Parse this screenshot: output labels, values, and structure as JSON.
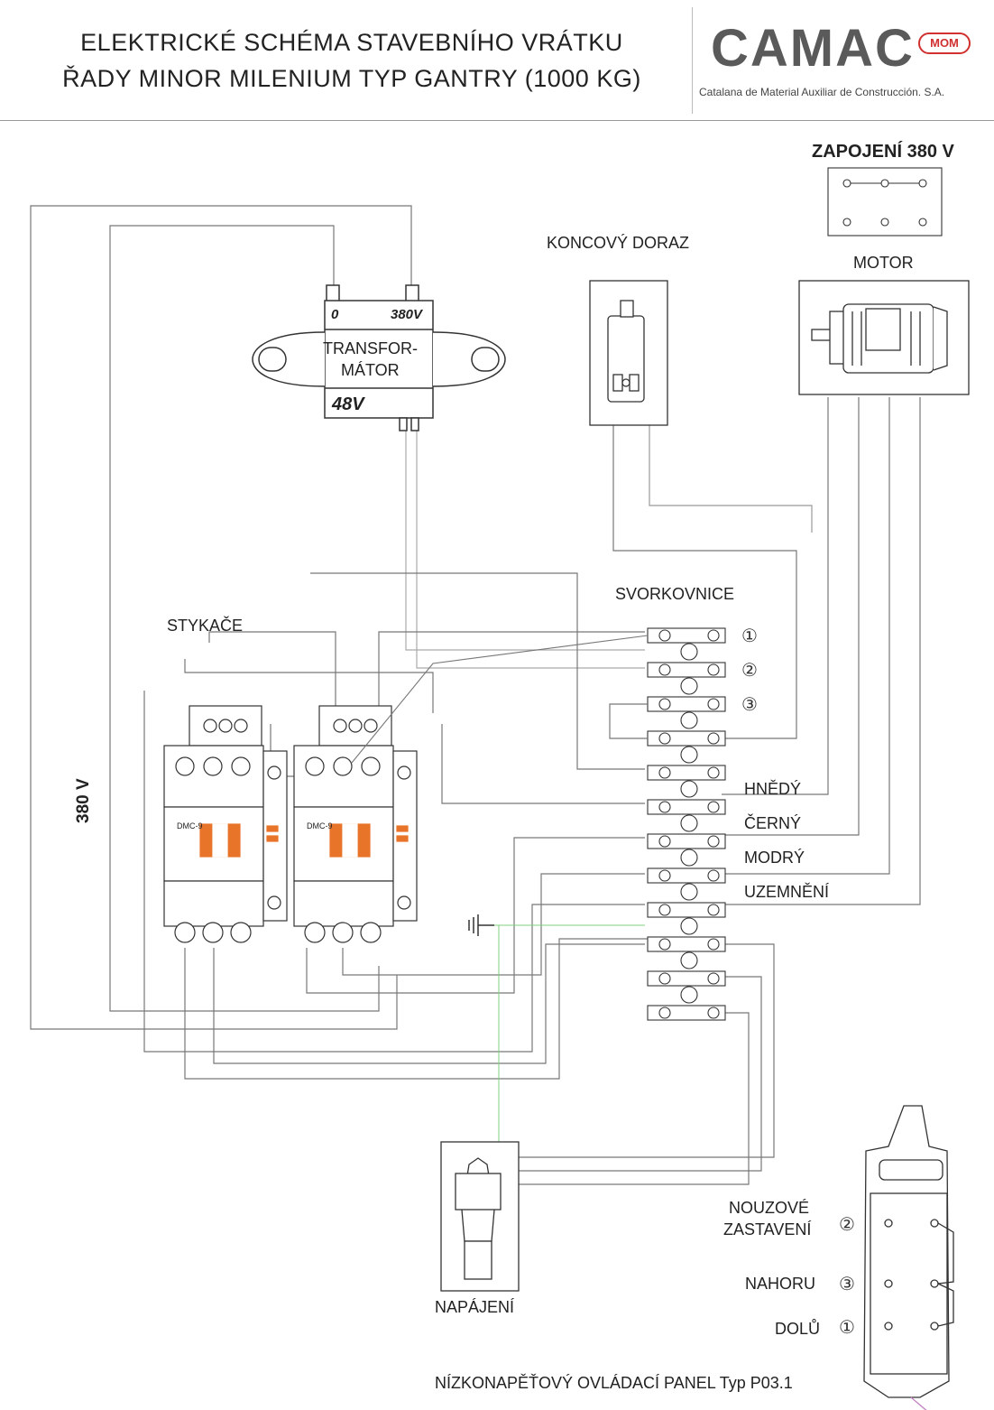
{
  "header": {
    "title_line1": "ELEKTRICKÉ SCHÉMA STAVEBNÍHO VRÁTKU",
    "title_line2": "ŘADY MINOR MILENIUM TYP GANTRY (1000 KG)",
    "logo": "CAMAC",
    "logo_badge": "MOM",
    "logo_subtitle": "Catalana de Material Auxiliar de Construcción. S.A."
  },
  "labels": {
    "zapojeni": "ZAPOJENÍ 380 V",
    "koncovy_doraz": "KONCOVÝ DORAZ",
    "motor": "MOTOR",
    "transformator_line1": "TRANSFOR-",
    "transformator_line2": "MÁTOR",
    "trafo_in_0": "0",
    "trafo_in_380": "380V",
    "trafo_out_48": "48V",
    "svorkovnice": "SVORKOVNICE",
    "stykace": "STYKAČE",
    "voltage_380": "380 V",
    "hnedy": "HNĚDÝ",
    "cerny": "ČERNÝ",
    "modry": "MODRÝ",
    "uzemneni": "UZEMNĚNÍ",
    "napajeni": "NAPÁJENÍ",
    "nouzove_1": "NOUZOVÉ",
    "nouzove_2": "ZASTAVENÍ",
    "nahoru": "NAHORU",
    "dolu": "DOLŮ",
    "panel": "NÍZKONAPĚŤOVÝ OVLÁDACÍ PANEL Typ P03.1",
    "term_1": "①",
    "term_2": "②",
    "term_3": "③",
    "btn_2": "②",
    "btn_3": "③",
    "btn_1": "①",
    "contactor_model": "DMC-9"
  },
  "colors": {
    "contactor_accent": "#e8742a",
    "logo_badge": "#d03030",
    "ground_wire": "#7fd07f"
  }
}
